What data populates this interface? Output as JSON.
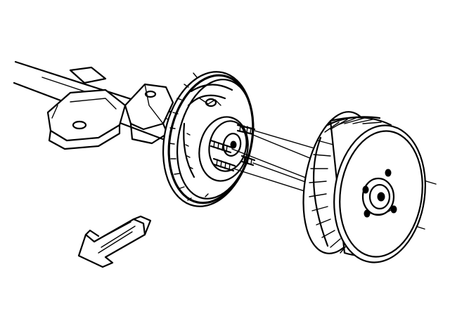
{
  "figure": {
    "subject": "rear-axle-brake-drum-exploded-view",
    "colors": {
      "ink": "#000000",
      "background": "#ffffff"
    }
  },
  "parts": [
    {
      "id": "axle-housing"
    },
    {
      "id": "backing-plate"
    },
    {
      "id": "wheel-studs",
      "count": 4
    },
    {
      "id": "brake-drum"
    },
    {
      "id": "front-direction-arrow"
    }
  ]
}
